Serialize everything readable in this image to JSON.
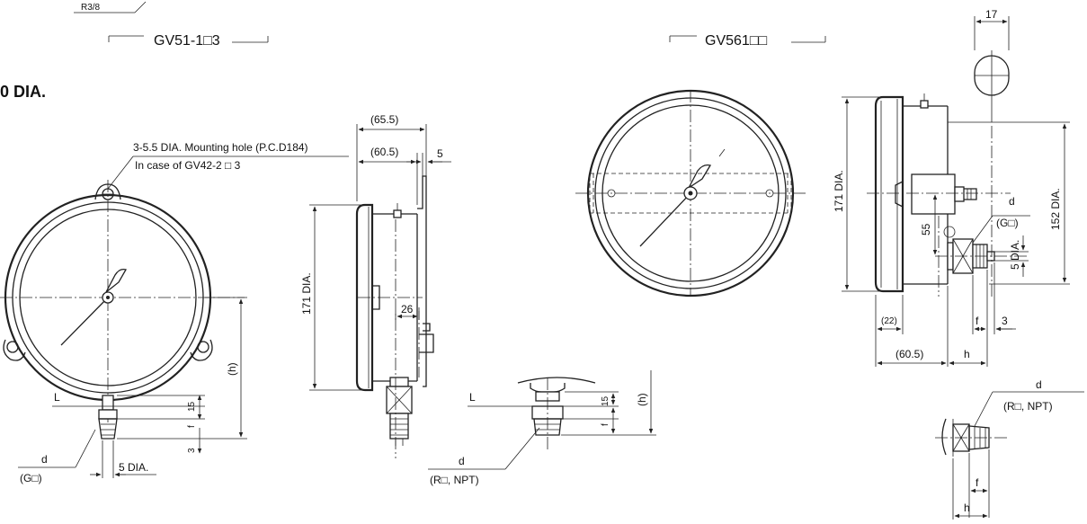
{
  "titles": {
    "left_model": "GV51-1□3",
    "right_model": "GV561□□",
    "size_heading": "0 DIA.",
    "header_fragment": "R3/8"
  },
  "left_front": {
    "mounting_note_1": "3-5.5 DIA. Mounting hole (P.C.D184)",
    "mounting_note_2": "In case of GV42-2 □ 3",
    "label_L": "L",
    "label_d": "d",
    "label_g": "(G□)",
    "dim_h": "(h)",
    "dim_15": "15",
    "dim_f": "f",
    "dim_3": "3",
    "dim_5dia": "5 DIA."
  },
  "left_side": {
    "dim_65_5": "(65.5)",
    "dim_60_5": "(60.5)",
    "dim_5": "5",
    "dim_171": "171 DIA.",
    "dim_26": "26"
  },
  "bottom_connection": {
    "label_L": "L",
    "dim_15": "15",
    "dim_f": "f",
    "dim_h": "(h)",
    "label_d": "d",
    "label_r": "(R□, NPT)"
  },
  "right_side": {
    "dim_17": "17",
    "dim_171": "171 DIA.",
    "dim_152": "152 DIA.",
    "dim_55": "55",
    "label_d": "d",
    "label_g": "(G□)",
    "dim_5dia": "5 DIA.",
    "dim_22": "(22)",
    "dim_f": "f",
    "dim_3": "3",
    "dim_60_5": "(60.5)",
    "dim_h": "h"
  },
  "right_connection": {
    "label_d": "d",
    "label_r": "(R□, NPT)",
    "dim_f": "f",
    "dim_h": "h"
  }
}
